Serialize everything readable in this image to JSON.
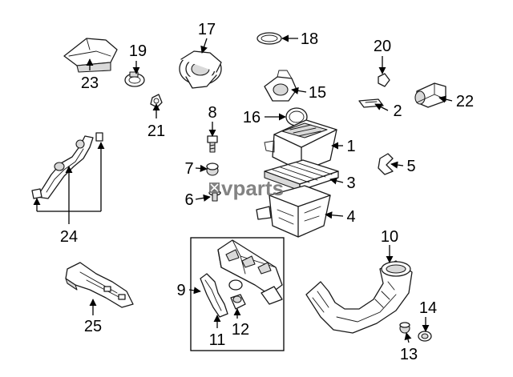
{
  "watermark": {
    "text": "vparts",
    "color": "#6e6e6e"
  },
  "colors": {
    "line": "#1a1a1a",
    "shade": "#d9d9d9",
    "background": "#ffffff"
  },
  "callouts": {
    "c1": "1",
    "c2": "2",
    "c3": "3",
    "c4": "4",
    "c5": "5",
    "c6": "6",
    "c7": "7",
    "c8": "8",
    "c9": "9",
    "c10": "10",
    "c11": "11",
    "c12": "12",
    "c13": "13",
    "c14": "14",
    "c15": "15",
    "c16": "16",
    "c17": "17",
    "c18": "18",
    "c19": "19",
    "c20": "20",
    "c21": "21",
    "c22": "22",
    "c23": "23",
    "c24": "24",
    "c25": "25"
  }
}
